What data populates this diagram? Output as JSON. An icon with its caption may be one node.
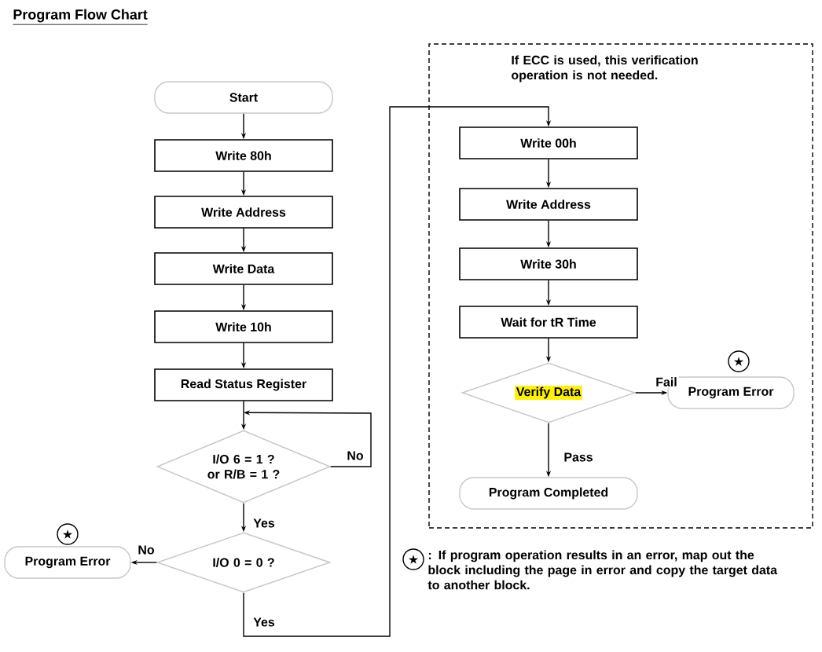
{
  "diagram": {
    "title": "Program Flow Chart",
    "nodes": [
      {
        "text": [
          "Start"
        ]
      },
      {
        "text": [
          "Write 80h"
        ]
      },
      {
        "text": [
          "Write Address"
        ]
      },
      {
        "text": [
          "Write Data"
        ]
      },
      {
        "text": [
          "Write 10h"
        ]
      },
      {
        "text": [
          "Read Status Register"
        ]
      },
      {
        "text": [
          "I/O 6 = 1 ? or R/B = 1 ?"
        ]
      },
      {
        "text": [
          "I/O 0 = 0 ?"
        ]
      },
      {
        "text": [
          "Program Error"
        ],
        "beside": [
          "★"
        ]
      },
      {
        "text": [
          "If ECC is used, this verification operation is not needed."
        ]
      },
      {
        "text": [
          "Write 00h"
        ],
        "in": 9
      },
      {
        "text": [
          "Write Address"
        ],
        "in": 9
      },
      {
        "text": [
          "Write 30h"
        ],
        "in": 9
      },
      {
        "text": [
          "Wait for tR Time"
        ],
        "in": 9
      },
      {
        "text": [
          "Verify Data"
        ],
        "in": 9
      },
      {
        "text": [
          "Program Error"
        ],
        "beside": [
          "★"
        ],
        "in": 9
      },
      {
        "text": [
          "Program Completed"
        ],
        "in": 9
      }
    ],
    "edges": [
      {
        "from": 0,
        "to": 1,
        "arrow": "to"
      },
      {
        "from": 1,
        "to": 2,
        "arrow": "to"
      },
      {
        "from": 2,
        "to": 3,
        "arrow": "to"
      },
      {
        "from": 3,
        "to": 4,
        "arrow": "to"
      },
      {
        "from": 4,
        "to": 5,
        "arrow": "to"
      },
      {
        "from": 5,
        "to": 6,
        "arrow": "to"
      },
      {
        "from": 6,
        "to": 6,
        "arrow": "to",
        "label": "No"
      },
      {
        "from": 6,
        "to": 7,
        "arrow": "to",
        "label": "Yes"
      },
      {
        "from": 7,
        "to": 8,
        "arrow": "to",
        "label": "No"
      },
      {
        "from": 7,
        "to": 10,
        "arrow": "to",
        "label": "Yes"
      },
      {
        "from": 10,
        "to": 11,
        "arrow": "to"
      },
      {
        "from": 11,
        "to": 12,
        "arrow": "to"
      },
      {
        "from": 12,
        "to": 13,
        "arrow": "to"
      },
      {
        "from": 13,
        "to": 14,
        "arrow": "to"
      },
      {
        "from": 14,
        "to": 15,
        "arrow": "to",
        "label": "Fail"
      },
      {
        "from": 14,
        "to": 16,
        "arrow": "to",
        "label": "Pass"
      }
    ],
    "labels": [
      "★",
      ": If program operation results in an error, map out the block including the page in error and copy the target data to another block."
    ]
  }
}
